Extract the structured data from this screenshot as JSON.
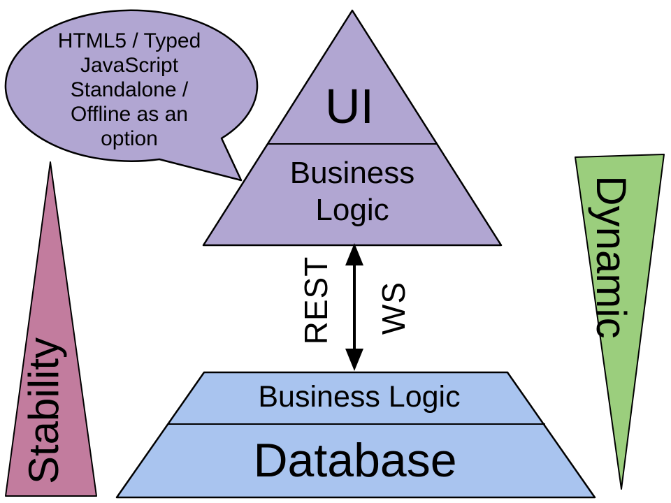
{
  "colors": {
    "client_purple": "#B1A6D2",
    "server_blue": "#A9C4EF",
    "stability_pink": "#C27C9E",
    "dynamic_green": "#9BCE7D",
    "outline_black": "#000000"
  },
  "bubble": {
    "lines": [
      "HTML5 / Typed",
      "JavaScript",
      "Standalone /",
      "Offline as an",
      "option"
    ]
  },
  "pyramid": {
    "ui_label": "UI",
    "business_line1": "Business",
    "business_line2": "Logic"
  },
  "connector": {
    "rest_label": "REST",
    "ws_label": "WS"
  },
  "stack": {
    "business_logic_label": "Business Logic",
    "database_label": "Database"
  },
  "sides": {
    "stability_label": "Stability",
    "dynamic_label": "Dynamic"
  }
}
